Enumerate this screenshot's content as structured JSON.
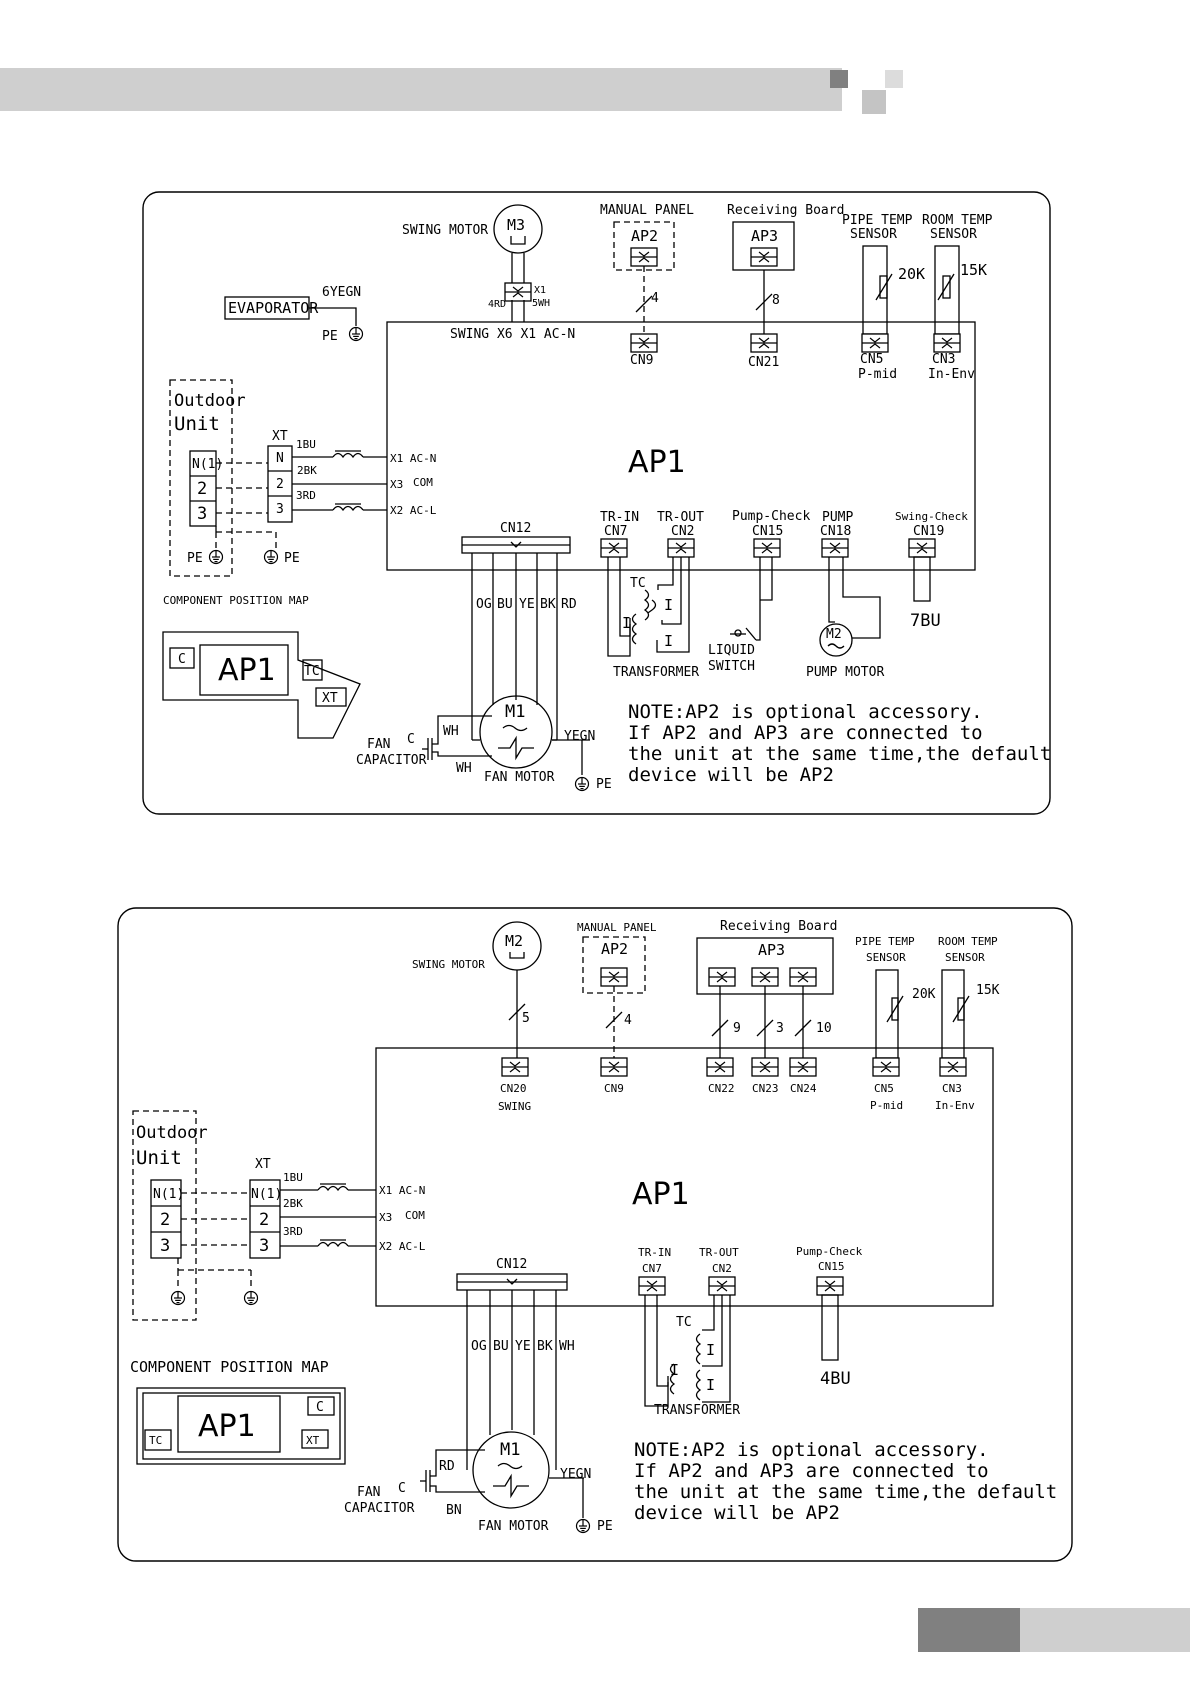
{
  "diagram1": {
    "swing_motor_label": "SWING MOTOR",
    "m3": "M3",
    "x1": "X1",
    "wire_4rd": "4RD",
    "wire_5wh": "5WH",
    "swing_port": "SWING X6 X1 AC-N",
    "manual_panel": "MANUAL PANEL",
    "ap2": "AP2",
    "receiving_board": "Receiving Board",
    "ap3": "AP3",
    "n4": "4",
    "n8": "8",
    "cn9": "CN9",
    "cn21": "CN21",
    "pipe_temp_1": "PIPE TEMP",
    "sensor_1": "SENSOR",
    "room_temp_1": "ROOM TEMP",
    "sensor_2": "SENSOR",
    "r20k": "20K",
    "r15k": "15K",
    "cn5": "CN5",
    "p_mid": "P-mid",
    "cn3": "CN3",
    "in_env": "In-Env",
    "evaporator": "EVAPORATOR",
    "yegn6": "6YEGN",
    "pe_evap": "PE",
    "outdoor": "Outdoor",
    "unit": "Unit",
    "n1": "N(1)",
    "two": "2",
    "three": "3",
    "xt": "XT",
    "xt_n": "N",
    "bu1": "1BU",
    "bk2": "2BK",
    "rd3": "3RD",
    "x1_acn": "X1  AC-N",
    "x3": "X3",
    "com": "COM",
    "x2_acl": "X2  AC-L",
    "pe_a": "PE",
    "pe_b": "PE",
    "ap1": "AP1",
    "cn12": "CN12",
    "tr_in": "TR-IN",
    "cn7": "CN7",
    "tr_out": "TR-OUT",
    "cn2": "CN2",
    "pump_check": "Pump-Check",
    "cn15": "CN15",
    "pump": "PUMP",
    "cn18": "CN18",
    "swing_check": "Swing-Check",
    "cn19": "CN19",
    "bu7": "7BU",
    "tc": "TC",
    "i1": "I",
    "i2": "I",
    "i3": "I",
    "transformer": "TRANSFORMER",
    "liquid": "LIQUID",
    "switch": "SWITCH",
    "m2": "M2",
    "pump_motor": "PUMP MOTOR",
    "og": "OG",
    "bu": "BU",
    "ye": "YE",
    "bk": "BK",
    "rd": "RD",
    "comp_map": "COMPONENT POSITION MAP",
    "map_c": "C",
    "map_ap1": "AP1",
    "map_tc": "TC",
    "map_xt": "XT",
    "m1": "M1",
    "wh1": "WH",
    "wh2": "WH",
    "fan": "FAN",
    "c": "C",
    "capacitor": "CAPACITOR",
    "fan_motor": "FAN MOTOR",
    "yegn": "YEGN",
    "pe_fan": "PE",
    "note1": "NOTE:AP2 is optional accessory.",
    "note2": "If AP2 and AP3 are connected to",
    "note3": "the unit at the same time,the default",
    "note4": "device will be AP2"
  },
  "diagram2": {
    "m2": "M2",
    "swing_motor_label": "SWING MOTOR",
    "n5": "5",
    "cn20": "CN20",
    "swing": "SWING",
    "manual_panel": "MANUAL PANEL",
    "ap2": "AP2",
    "n4": "4",
    "cn9": "CN9",
    "receiving_board": "Receiving Board",
    "ap3": "AP3",
    "n9": "9",
    "n3": "3",
    "n10": "10",
    "cn22": "CN22",
    "cn23": "CN23",
    "cn24": "CN24",
    "pipe_temp_1": "PIPE TEMP",
    "sensor_1": "SENSOR",
    "room_temp_1": "ROOM TEMP",
    "sensor_2": "SENSOR",
    "r20k": "20K",
    "r15k": "15K",
    "cn5": "CN5",
    "p_mid": "P-mid",
    "cn3": "CN3",
    "in_env": "In-Env",
    "outdoor": "Outdoor",
    "unit": "Unit",
    "n1": "N(1)",
    "two": "2",
    "three": "3",
    "xt": "XT",
    "xt_n1": "N(1)",
    "xt_2": "2",
    "xt_3": "3",
    "bu1": "1BU",
    "bk2": "2BK",
    "rd3": "3RD",
    "x1_acn": "X1  AC-N",
    "x3": "X3",
    "com": "COM",
    "x2_acl": "X2  AC-L",
    "ap1": "AP1",
    "cn12": "CN12",
    "tr_in": "TR-IN",
    "cn7": "CN7",
    "tr_out": "TR-OUT",
    "cn2": "CN2",
    "pump_check": "Pump-Check",
    "cn15": "CN15",
    "bu4": "4BU",
    "tc": "TC",
    "i1": "I",
    "i2": "I",
    "i3": "I",
    "transformer": "TRANSFORMER",
    "og": "OG",
    "bu": "BU",
    "ye": "YE",
    "bk": "BK",
    "wh": "WH",
    "comp_map": "COMPONENT POSITION MAP",
    "map_ap1": "AP1",
    "map_c": "C",
    "map_tc": "TC",
    "map_xt": "XT",
    "m1": "M1",
    "rd": "RD",
    "bn": "BN",
    "fan": "FAN",
    "c": "C",
    "capacitor": "CAPACITOR",
    "fan_motor": "FAN MOTOR",
    "yegn": "YEGN",
    "pe": "PE",
    "note1": "NOTE:AP2 is optional accessory.",
    "note2": "If AP2 and AP3 are connected to",
    "note3": "the unit at the same time,the default",
    "note4": "device will be AP2"
  }
}
